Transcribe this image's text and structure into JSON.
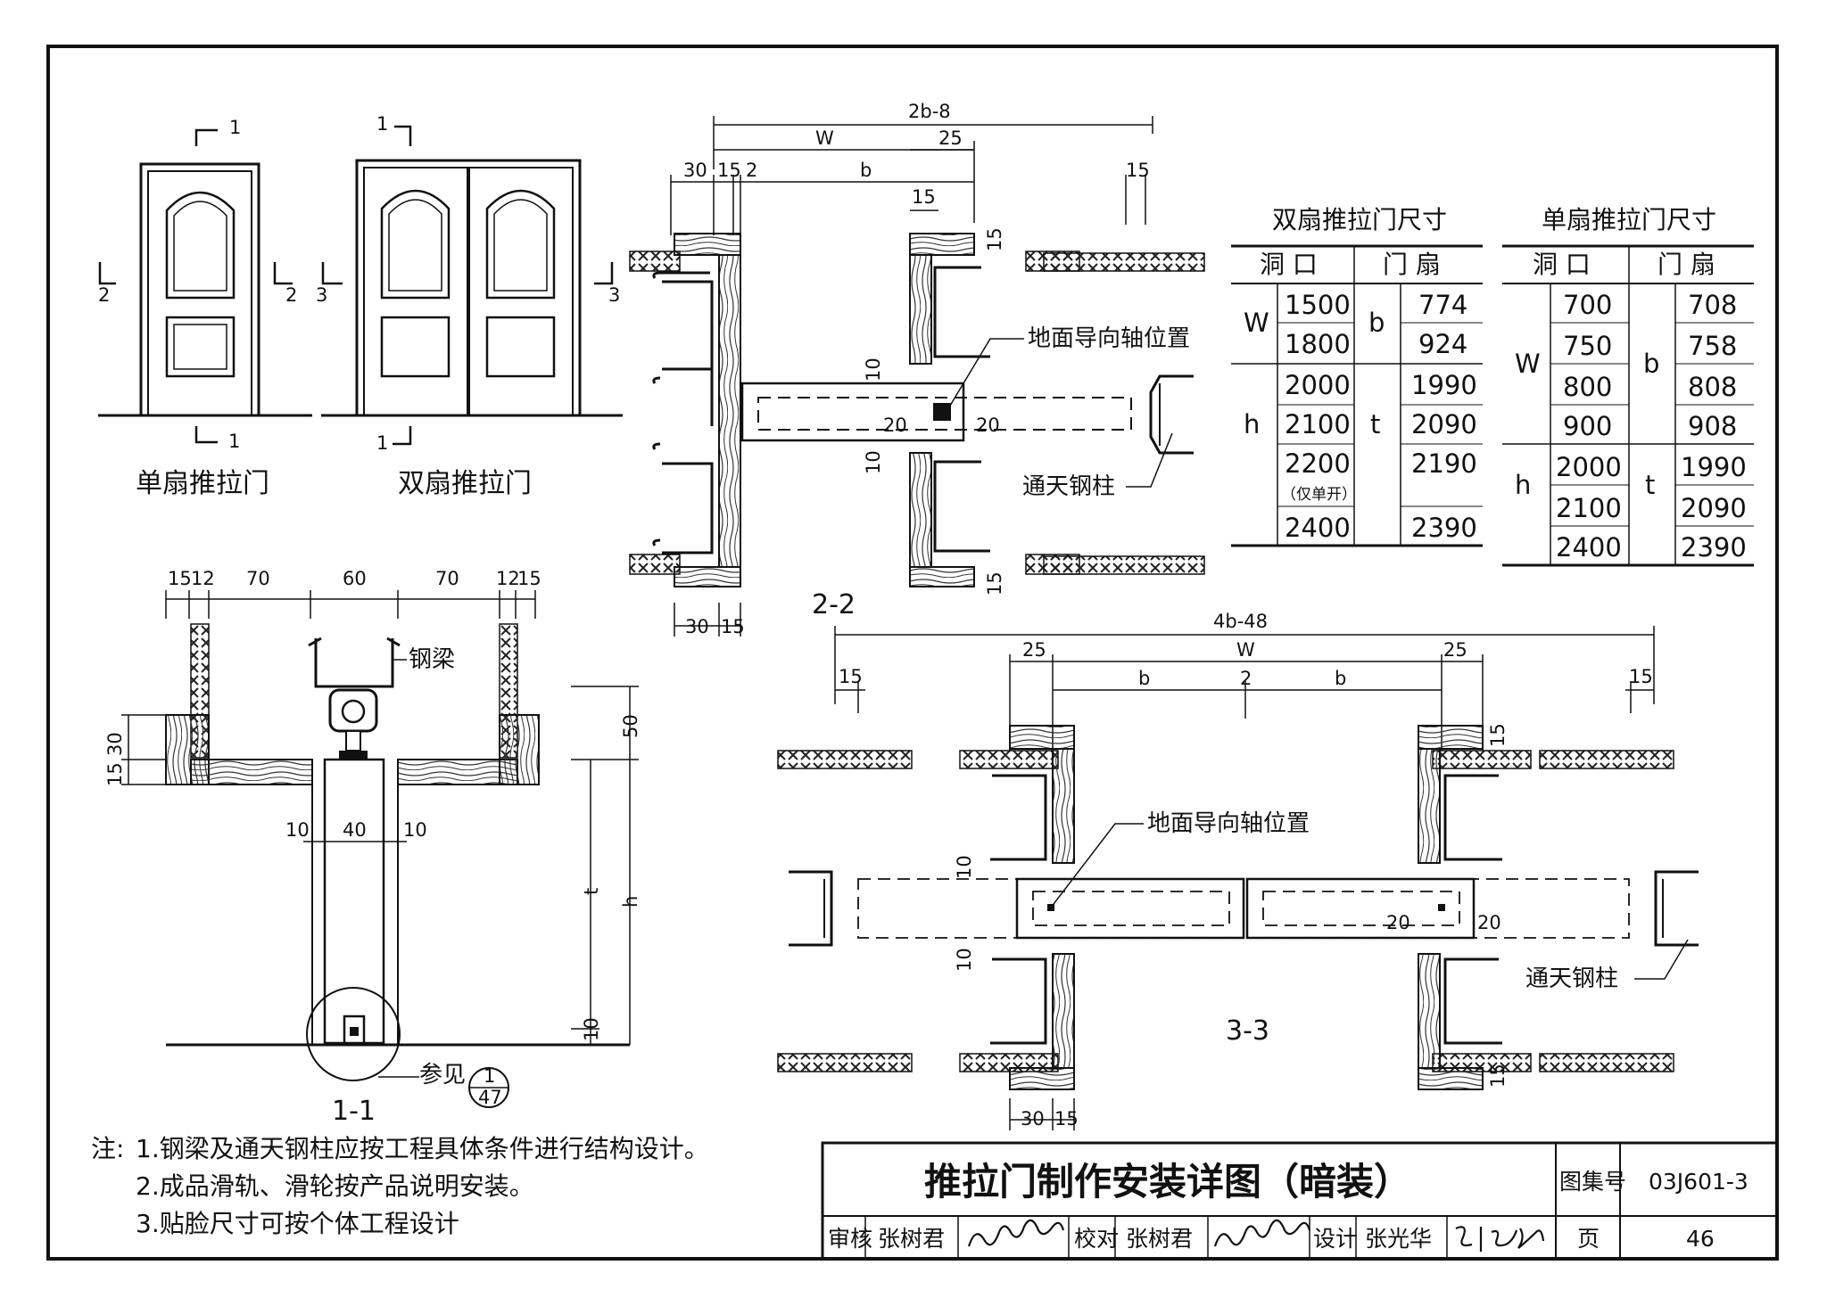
{
  "views": {
    "single_door_caption": "单扇推拉门",
    "double_door_caption": "双扇推拉门",
    "section_marks": {
      "s1": "1",
      "s2": "2",
      "s3": "3"
    }
  },
  "section_1_1": {
    "caption": "1-1",
    "top_dims": [
      "15",
      "12",
      "70",
      "60",
      "70",
      "12",
      "15"
    ],
    "steel_beam_label": "钢梁",
    "left_dims": [
      "15",
      "30"
    ],
    "right_dims": [
      "50",
      "h",
      "t",
      "10"
    ],
    "mid_dims": [
      "10",
      "40",
      "10"
    ],
    "ref_label": "参见",
    "ref_num": "1",
    "ref_page": "47"
  },
  "section_2_2": {
    "caption": "2-2",
    "top_overall": "2b-8",
    "top_w": "W",
    "top_25": "25",
    "top_row": [
      "30",
      "15",
      "2",
      "b"
    ],
    "right_15": "15",
    "small_15a": "15",
    "small_15b": "15",
    "dim_10a": "10",
    "dim_10b": "10",
    "dim_20a": "20",
    "dim_20b": "20",
    "dim_15_bottom": "15",
    "bottom_dims": [
      "30",
      "15"
    ],
    "guide_label": "地面导向轴位置",
    "column_label": "通天钢柱"
  },
  "section_3_3": {
    "caption": "3-3",
    "top_overall": "4b-48",
    "top_w": "W",
    "dim_25a": "25",
    "dim_25b": "25",
    "dim_15a": "15",
    "dim_15b": "15",
    "dim_b1": "b",
    "dim_2": "2",
    "dim_b2": "b",
    "dim_15_r1": "15",
    "dim_15_r2": "15",
    "dim_10a": "10",
    "dim_10b": "10",
    "dim_20a": "20",
    "dim_20b": "20",
    "bottom_dims": [
      "30",
      "15"
    ],
    "guide_label": "地面导向轴位置",
    "column_label": "通天钢柱"
  },
  "table_double": {
    "title": "双扇推拉门尺寸",
    "headers": [
      "洞 口",
      "门 扇"
    ],
    "w_label": "W",
    "h_label": "h",
    "b_label": "b",
    "t_label": "t",
    "w_rows": [
      [
        "1500",
        "774"
      ],
      [
        "1800",
        "924"
      ]
    ],
    "h_rows": [
      [
        "2000",
        "1990"
      ],
      [
        "2100",
        "2090"
      ],
      [
        "2200",
        "2190"
      ],
      [
        "2400",
        "2390"
      ]
    ],
    "note_2200": "（仅单开）"
  },
  "table_single": {
    "title": "单扇推拉门尺寸",
    "headers": [
      "洞 口",
      "门 扇"
    ],
    "w_label": "W",
    "h_label": "h",
    "b_label": "b",
    "t_label": "t",
    "w_rows": [
      [
        "700",
        "708"
      ],
      [
        "750",
        "758"
      ],
      [
        "800",
        "808"
      ],
      [
        "900",
        "908"
      ]
    ],
    "h_rows": [
      [
        "2000",
        "1990"
      ],
      [
        "2100",
        "2090"
      ],
      [
        "2400",
        "2390"
      ]
    ]
  },
  "notes": {
    "prefix": "注:",
    "lines": [
      "1.钢梁及通天钢柱应按工程具体条件进行结构设计。",
      "2.成品滑轨、滑轮按产品说明安装。",
      "3.贴脸尺寸可按个体工程设计"
    ]
  },
  "title_block": {
    "title": "推拉门制作安装详图（暗装）",
    "atlas_label": "图集号",
    "atlas_no": "03J601-3",
    "review_label": "审核",
    "review_name": "张树君",
    "check_label": "校对",
    "check_name": "张树君",
    "design_label": "设计",
    "design_name": "张光华",
    "page_label": "页",
    "page_no": "46"
  }
}
